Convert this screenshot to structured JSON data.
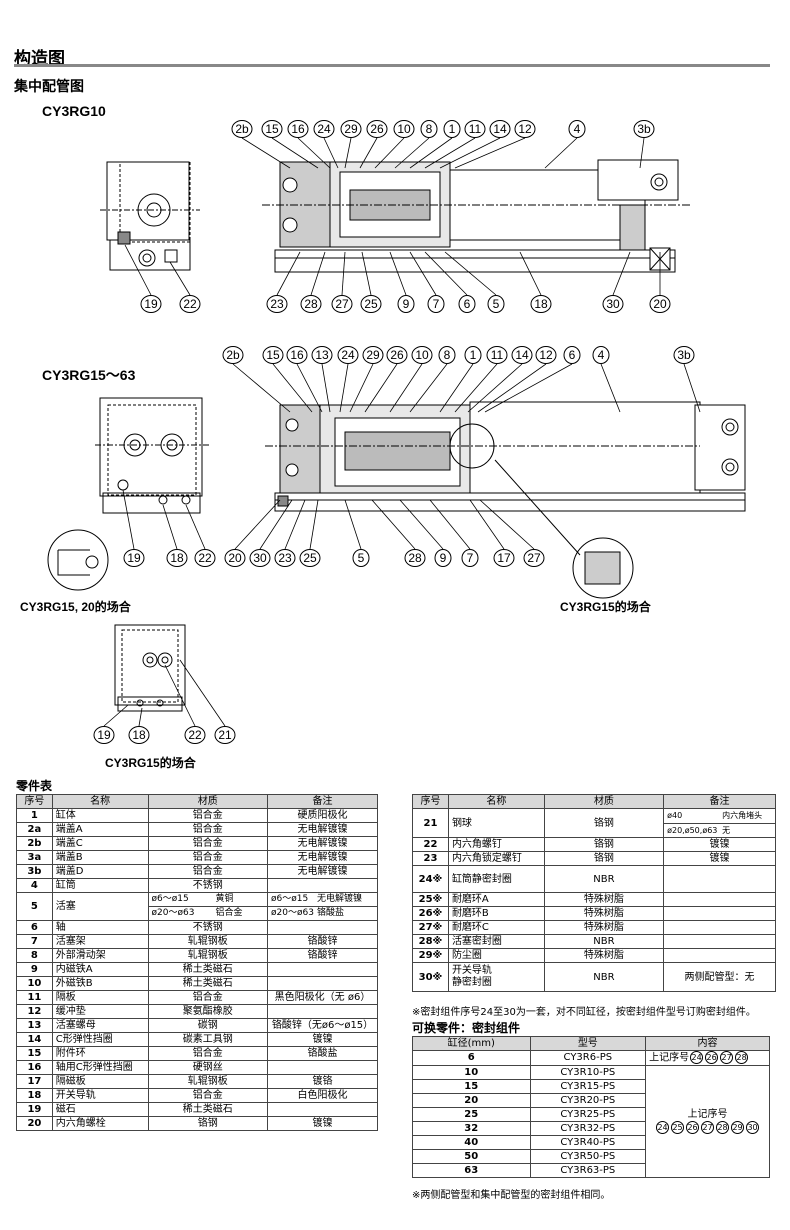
{
  "page": {
    "title": "构造图",
    "subtitle": "集中配管图",
    "model1": "CY3RG10",
    "model2": "CY3RG15～63",
    "case1": "CY3RG15, 20的场合",
    "case2": "CY3RG15的场合",
    "case3": "CY3RG15的场合"
  },
  "diagram1": {
    "top_labels": [
      "2b",
      "15",
      "16",
      "24",
      "29",
      "26",
      "10",
      "8",
      "1",
      "11",
      "14",
      "12",
      "4",
      "3b"
    ],
    "bottom_labels": [
      "23",
      "28",
      "27",
      "25",
      "9",
      "7",
      "6",
      "5",
      "18",
      "30",
      "20"
    ],
    "side_labels": [
      "19",
      "22"
    ]
  },
  "diagram2": {
    "top_labels": [
      "2b",
      "15",
      "16",
      "13",
      "24",
      "29",
      "26",
      "10",
      "8",
      "1",
      "11",
      "14",
      "12",
      "6",
      "4",
      "3b"
    ],
    "bottom_labels": [
      "20",
      "30",
      "23",
      "25",
      "5",
      "28",
      "9",
      "7",
      "17",
      "27"
    ],
    "side_labels": [
      "19",
      "18",
      "22"
    ]
  },
  "diagram3": {
    "labels": [
      "19",
      "18",
      "22",
      "21"
    ]
  },
  "parts_title": "零件表",
  "parts_headers": [
    "序号",
    "名称",
    "材质",
    "备注"
  ],
  "parts_left": [
    {
      "no": "1",
      "name": "缸体",
      "mat": "铝合金",
      "note": "硬质阳极化"
    },
    {
      "no": "2a",
      "name": "端盖A",
      "mat": "铝合金",
      "note": "无电解镀镍"
    },
    {
      "no": "2b",
      "name": "端盖C",
      "mat": "铝合金",
      "note": "无电解镀镍"
    },
    {
      "no": "3a",
      "name": "端盖B",
      "mat": "铝合金",
      "note": "无电解镀镍"
    },
    {
      "no": "3b",
      "name": "端盖D",
      "mat": "铝合金",
      "note": "无电解镀镍"
    },
    {
      "no": "4",
      "name": "缸筒",
      "mat": "不锈钢",
      "note": ""
    },
    {
      "no": "6",
      "name": "轴",
      "mat": "不锈钢",
      "note": ""
    },
    {
      "no": "7",
      "name": "活塞架",
      "mat": "轧辊钢板",
      "note": "铬酸锌"
    },
    {
      "no": "8",
      "name": "外部滑动架",
      "mat": "轧辊钢板",
      "note": "铬酸锌"
    },
    {
      "no": "9",
      "name": "内磁铁A",
      "mat": "稀土类磁石",
      "note": ""
    },
    {
      "no": "10",
      "name": "外磁铁B",
      "mat": "稀土类磁石",
      "note": ""
    },
    {
      "no": "11",
      "name": "隔板",
      "mat": "铝合金",
      "note": "黑色阳极化（无 ø6）"
    },
    {
      "no": "12",
      "name": "缓冲垫",
      "mat": "聚氨酯橡胶",
      "note": ""
    },
    {
      "no": "13",
      "name": "活塞螺母",
      "mat": "碳钢",
      "note": "铬酸锌（无ø6～ø15）"
    },
    {
      "no": "14",
      "name": "C形弹性挡圈",
      "mat": "碳素工具钢",
      "note": "镀镍"
    },
    {
      "no": "15",
      "name": "附件环",
      "mat": "铝合金",
      "note": "铬酸盐"
    },
    {
      "no": "16",
      "name": "轴用C形弹性挡圈",
      "mat": "硬钢丝",
      "note": ""
    },
    {
      "no": "17",
      "name": "隔磁板",
      "mat": "轧辊钢板",
      "note": "镀铬"
    },
    {
      "no": "18",
      "name": "开关导轨",
      "mat": "铝合金",
      "note": "白色阳极化"
    },
    {
      "no": "19",
      "name": "磁石",
      "mat": "稀土类磁石",
      "note": ""
    },
    {
      "no": "20",
      "name": "内六角螺栓",
      "mat": "铬钢",
      "note": "镀镍"
    }
  ],
  "row5": {
    "no": "5",
    "name": "活塞",
    "a_size": "ø6～ø15",
    "a_mat": "黄铜",
    "a_size2": "ø6～ø15",
    "a_note": "无电解镀镍",
    "b_size": "ø20～ø63",
    "b_mat": "铝合金",
    "b_size2": "ø20～ø63",
    "b_note": "铬酸盐"
  },
  "parts_right": [
    {
      "no": "22",
      "name": "内六角螺钉",
      "mat": "铬钢",
      "note": "镀镍"
    },
    {
      "no": "23",
      "name": "内六角锁定螺钉",
      "mat": "铬钢",
      "note": "镀镍"
    },
    {
      "no": "24※",
      "name": "缸筒静密封圈",
      "mat": "NBR",
      "note": ""
    },
    {
      "no": "25※",
      "name": "耐磨环A",
      "mat": "特殊树脂",
      "note": ""
    },
    {
      "no": "26※",
      "name": "耐磨环B",
      "mat": "特殊树脂",
      "note": ""
    },
    {
      "no": "27※",
      "name": "耐磨环C",
      "mat": "特殊树脂",
      "note": ""
    },
    {
      "no": "28※",
      "name": "活塞密封圈",
      "mat": "NBR",
      "note": ""
    },
    {
      "no": "29※",
      "name": "防尘圈",
      "mat": "特殊树脂",
      "note": ""
    }
  ],
  "row21": {
    "no": "21",
    "name": "钢球",
    "mat": "铬钢",
    "n1": "ø40",
    "n1b": "内六角堵头",
    "n2": "ø20,ø50,ø63",
    "n2b": "无"
  },
  "row30": {
    "no": "30※",
    "name1": "开关导轨",
    "name2": "静密封圈",
    "mat": "NBR",
    "note": "两侧配管型：无"
  },
  "note1": "※密封组件序号24至30为一套，对不同缸径，按密封组件型号订购密封组件。",
  "kit_title": "可换零件：密封组件",
  "kit_headers": [
    "缸径(mm)",
    "型号",
    "内容"
  ],
  "kit_rows": [
    {
      "bore": "6",
      "model": "CY3R6-PS"
    },
    {
      "bore": "10",
      "model": "CY3R10-PS"
    },
    {
      "bore": "15",
      "model": "CY3R15-PS"
    },
    {
      "bore": "20",
      "model": "CY3R20-PS"
    },
    {
      "bore": "25",
      "model": "CY3R25-PS"
    },
    {
      "bore": "32",
      "model": "CY3R32-PS"
    },
    {
      "bore": "40",
      "model": "CY3R40-PS"
    },
    {
      "bore": "50",
      "model": "CY3R50-PS"
    },
    {
      "bore": "63",
      "model": "CY3R63-PS"
    }
  ],
  "kit_content1": "上记序号",
  "kit_content1_nums": [
    "24",
    "26",
    "27",
    "28"
  ],
  "kit_content2": "上记序号",
  "kit_content2_nums": [
    "24",
    "25",
    "26",
    "27",
    "28",
    "29",
    "30"
  ],
  "note2": "※两侧配管型和集中配管型的密封组件相同。"
}
